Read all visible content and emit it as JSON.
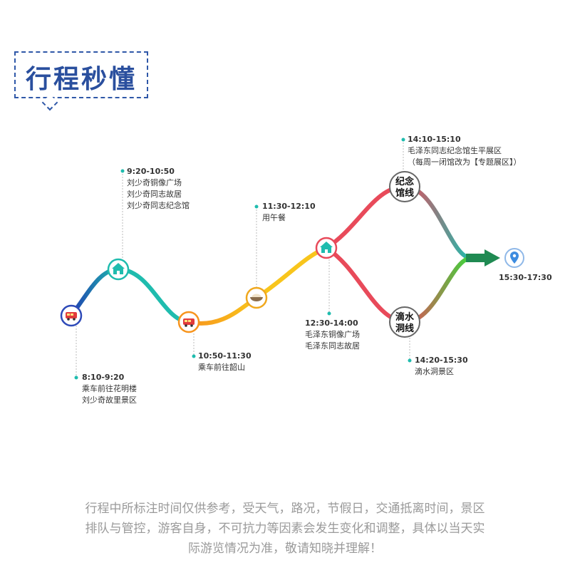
{
  "header": {
    "title": "行程秒懂"
  },
  "colors": {
    "title": "#2a4f9e",
    "teal": "#1fbcae",
    "orange": "#f7941d",
    "yellow": "#f8c51c",
    "red": "#e84a5a",
    "green": "#3cd63c",
    "dark_green": "#1f8a52"
  },
  "stops": {
    "s1": {
      "time": "8:10-9:20",
      "line1": "乘车前往花明楼",
      "line2": "刘少奇故里景区"
    },
    "s2": {
      "time": "9:20-10:50",
      "line1": "刘少奇铜像广场",
      "line2": "刘少奇同志故居",
      "line3": "刘少奇同志纪念馆"
    },
    "s3": {
      "time": "10:50-11:30",
      "line1": "乘车前往韶山"
    },
    "s4": {
      "time": "11:30-12:10",
      "line1": "用午餐"
    },
    "s5": {
      "time": "12:30-14:00",
      "line1": "毛泽东铜像广场",
      "line2": "毛泽东同志故居"
    },
    "s6": {
      "time": "14:10-15:10",
      "line1": "毛泽东同志纪念馆生平展区",
      "line2": "（每周一闭馆改为【专题展区】）"
    },
    "s7": {
      "time": "14:20-15:30",
      "line1": "滴水洞景区"
    },
    "s8": {
      "time": "15:30-17:30"
    }
  },
  "routes": {
    "memorial": {
      "line1": "纪念",
      "line2": "馆线"
    },
    "dishui": {
      "line1": "滴水",
      "line2": "洞线"
    }
  },
  "icons": {
    "bus": "bus-icon",
    "building": "building-icon",
    "food": "food-bowl-icon",
    "location": "location-pin-icon",
    "arrow": "arrow-right-icon"
  },
  "footer": {
    "line1": "行程中所标注时间仅供参考，受天气，路况，节假日，交通抵离时间，景区",
    "line2": "排队与管控，游客自身，不可抗力等因素会发生变化和调整，具体以当天实",
    "line3": "际游览情况为准，敬请知晓并理解！"
  }
}
